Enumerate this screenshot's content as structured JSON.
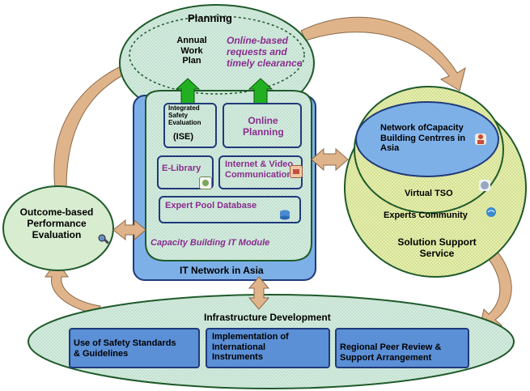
{
  "planning": {
    "title": "Planning",
    "annual_work_plan": [
      "Annual",
      "Work",
      "Plan"
    ],
    "online_requests": [
      "Online-based",
      "requests and",
      "timely clearance"
    ]
  },
  "it_module": {
    "ise_small": [
      "Integrated",
      "Safety",
      "Evaluation"
    ],
    "ise_abbr": "(ISE)",
    "online_planning": [
      "Online",
      "Planning"
    ],
    "elibrary": "E-Library",
    "internet_video": [
      "Internet & Video",
      "Communication"
    ],
    "expert_pool": "Expert Pool Database",
    "module_label": "Capacity Building IT Module",
    "network_label": "IT Network in Asia"
  },
  "right": {
    "network_centres": [
      "Network ofCapacity",
      "Building Centrres in",
      "Asia"
    ],
    "virtual_tso": "Virtual TSO",
    "experts_community": "Experts Community",
    "solution_support": [
      "Solution Support",
      "Service"
    ]
  },
  "left": {
    "outcome": [
      "Outcome-based",
      "Performance",
      "Evaluation"
    ]
  },
  "infrastructure": {
    "title": "Infrastructure Development",
    "boxes": [
      [
        "Use of Safety Standards",
        "& Guidelines"
      ],
      [
        "Implementation of",
        "International",
        "Instruments"
      ],
      [
        "Regional Peer Review &",
        "Support Arrangement"
      ]
    ]
  },
  "colors": {
    "green_fill": "#d8ecd0",
    "green_edge": "#1f5a2a",
    "yellow_fill": "#e2ee9a",
    "blue_fill": "#7eb0e8",
    "purple_text": "#8a2d8f",
    "arrow_tan": "#d9a77a",
    "green_arrow": "#22b022"
  },
  "icons": [
    "document-icon",
    "video-camera-icon",
    "database-icon",
    "person-icon",
    "globe-icon",
    "magnifier-icon"
  ]
}
